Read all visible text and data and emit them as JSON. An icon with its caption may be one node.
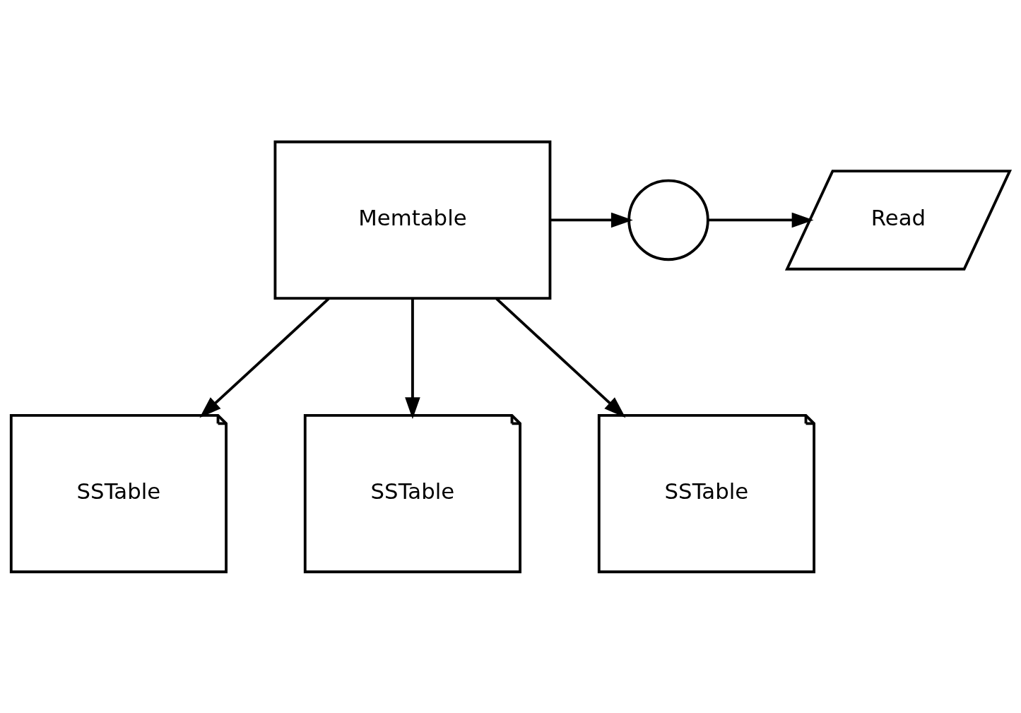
{
  "diagram": {
    "nodes": [
      {
        "text": [
          "Read"
        ]
      },
      {
        "text": [],
        "shape": "circle"
      },
      {
        "text": [
          "Memtable"
        ]
      },
      {
        "text": [
          "SSTable"
        ]
      },
      {
        "text": [
          "SSTable"
        ]
      },
      {
        "text": [
          "SSTable"
        ]
      }
    ],
    "edges": [
      {
        "from": 2,
        "to": 1,
        "arrow": "to"
      },
      {
        "from": 1,
        "to": 0,
        "arrow": "to"
      },
      {
        "from": 2,
        "to": 3,
        "arrow": "to"
      },
      {
        "from": 2,
        "to": 4,
        "arrow": "to"
      },
      {
        "from": 2,
        "to": 5,
        "arrow": "to"
      }
    ]
  }
}
